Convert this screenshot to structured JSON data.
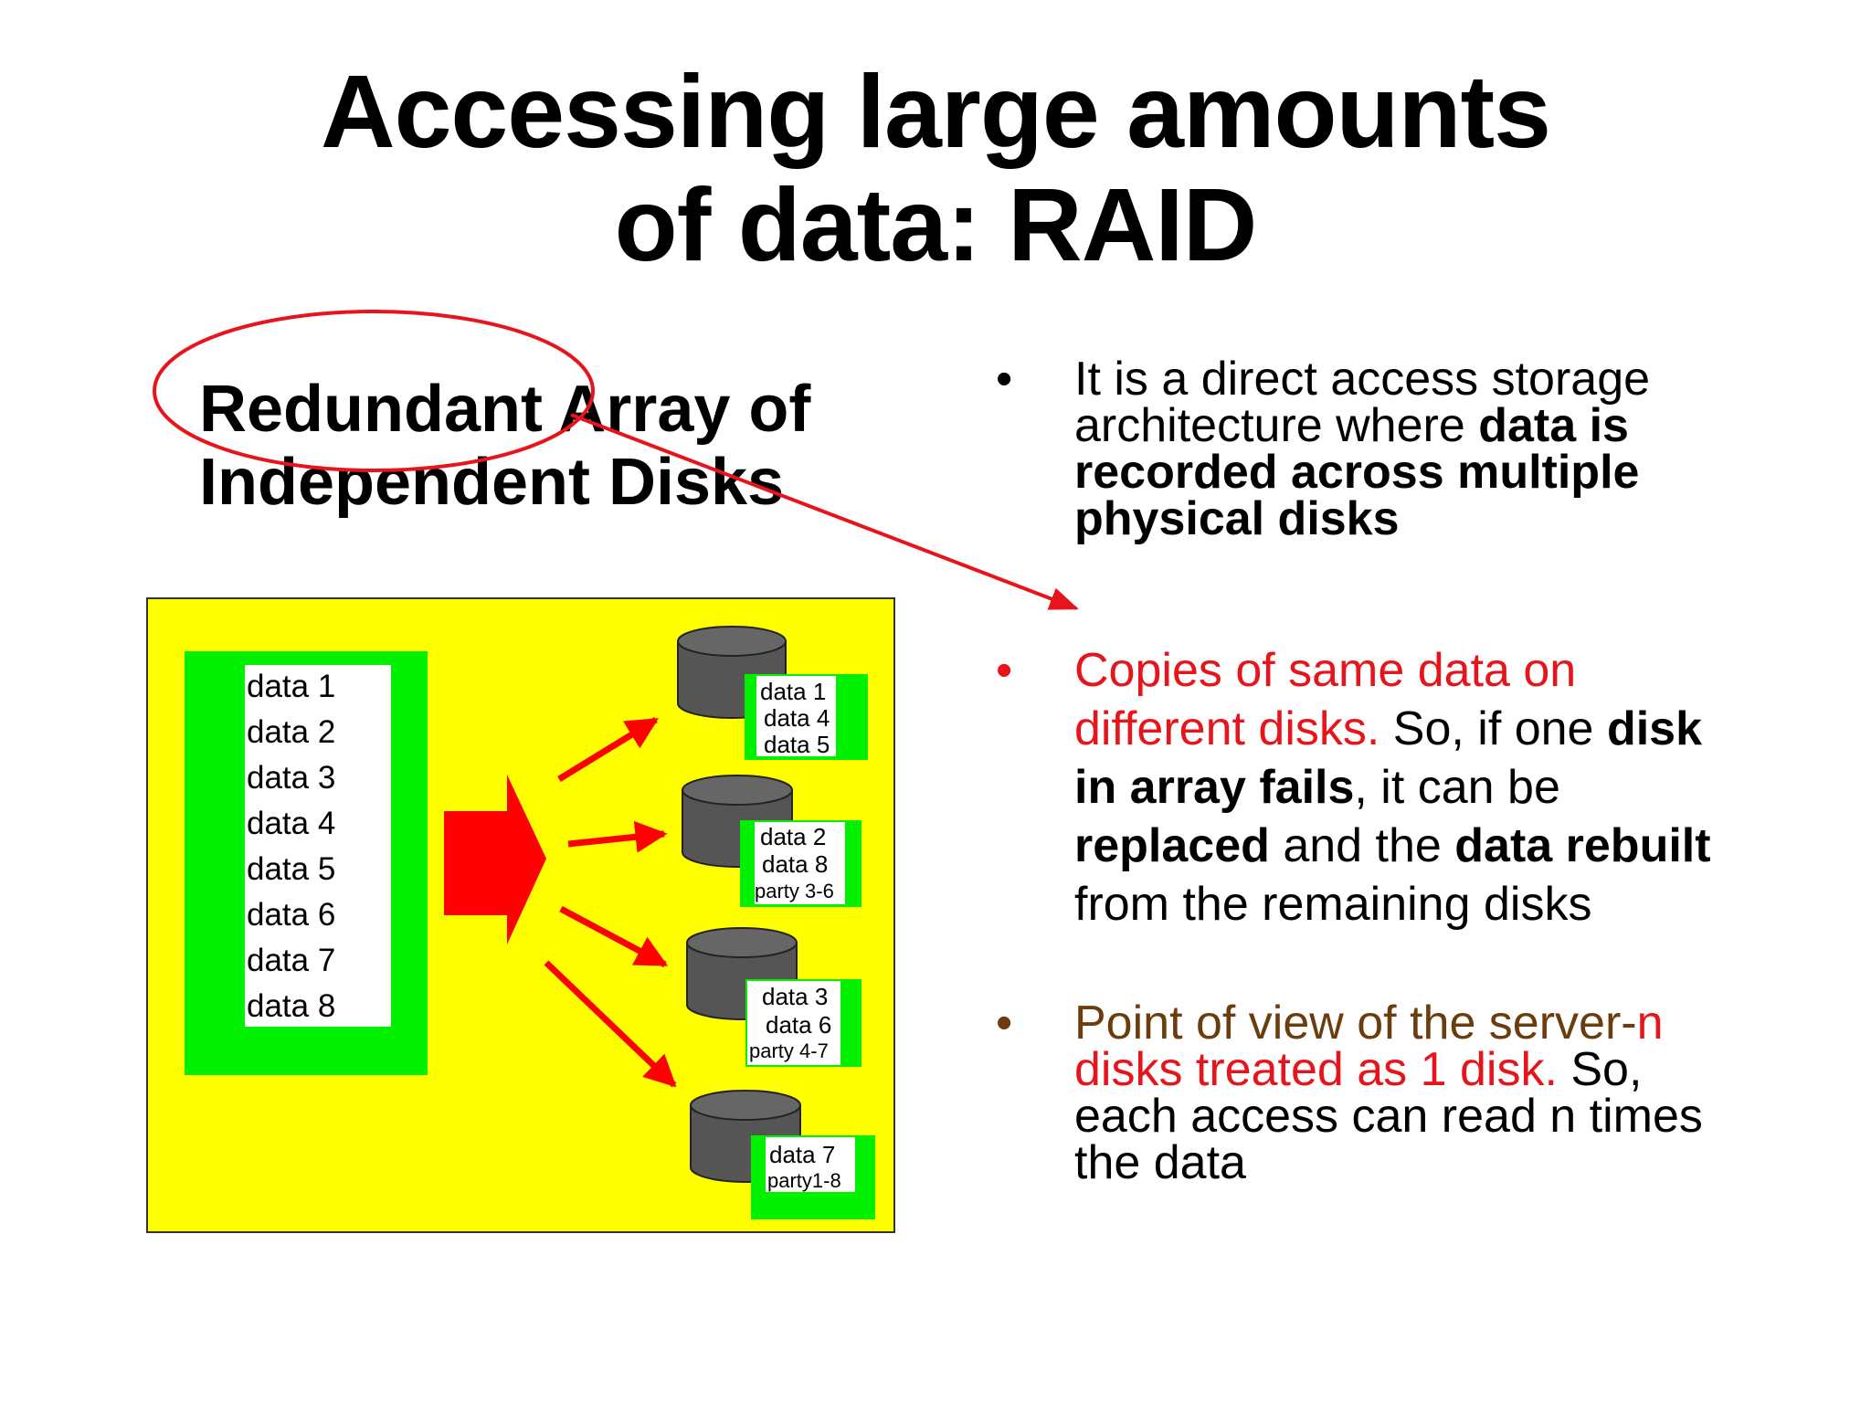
{
  "title": {
    "line1": "Accessing large amounts",
    "line2": "of data: RAID"
  },
  "subtitle": {
    "line1": "Redundant Array of",
    "line2": "Independent Disks"
  },
  "bullets": {
    "marker": "•",
    "b1": {
      "line1": "It is a direct access storage",
      "line2_normal": "architecture where ",
      "line2_bold": "data is",
      "line3_bold": "recorded across multiple",
      "line4_bold": "physical disks"
    },
    "b2": {
      "line1_red": "Copies of same data on",
      "line2_red": "different disks.",
      "line2_normal": " So, if one ",
      "line2_bold": "disk",
      "line3_bold": "in array fails",
      "line3_normal": ", it can be",
      "line4_bold1": "replaced",
      "line4_normal": " and the ",
      "line4_bold2": "data rebuilt",
      "line5_normal": "from the remaining disks"
    },
    "b3": {
      "line1_brown": "Point of view of the server-",
      "line1_red": "n",
      "line2_red": "disks treated as 1 disk.",
      "line2_normal": " So,",
      "line3_normal": "each access can read n times",
      "line4_normal": "the data"
    }
  },
  "diagram": {
    "source_items": [
      "data 1",
      "data 2",
      "data 3",
      "data 4",
      "data 5",
      "data 6",
      "data 7",
      "data 8"
    ],
    "disks": [
      {
        "labels": [
          "data 1",
          "data 4",
          "data 5"
        ]
      },
      {
        "labels": [
          "data 2",
          "data 8",
          "party 3-6"
        ]
      },
      {
        "labels": [
          "data 3",
          "data 6",
          "party 4-7"
        ]
      },
      {
        "labels": [
          "data 7",
          "party1-8"
        ]
      }
    ],
    "colors": {
      "background": "#ffff00",
      "panel": "#00f000",
      "arrow": "#ff0000",
      "disk": "#555555",
      "annotation": "#e8141c"
    }
  }
}
